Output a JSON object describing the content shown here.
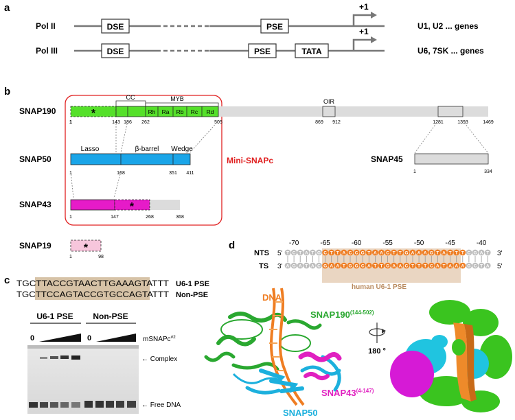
{
  "panel_a": {
    "label": "a",
    "row1": {
      "pol": "Pol II",
      "dse": "DSE",
      "pse": "PSE",
      "tss": "+1",
      "genes": "U1, U2 ... genes"
    },
    "row2": {
      "pol": "Pol III",
      "dse": "DSE",
      "pse": "PSE",
      "tata": "TATA",
      "tss": "+1",
      "genes": "U6, 7SK ... genes"
    }
  },
  "panel_b": {
    "label": "b",
    "snap190": {
      "name": "SNAP190",
      "cc": "CC",
      "myb": "MYB",
      "rh": "Rh",
      "ra": "Ra",
      "rb": "Rb",
      "rc": "Rc",
      "rd": "Rd",
      "oir": "OIR",
      "star": "*",
      "ticks": [
        "1",
        "143",
        "186",
        "262",
        "505",
        "869",
        "912",
        "1281",
        "1393",
        "1469"
      ]
    },
    "snap50": {
      "name": "SNAP50",
      "lasso": "Lasso",
      "barrel": "β-barrel",
      "wedge": "Wedge",
      "ticks": [
        "1",
        "168",
        "351",
        "411"
      ]
    },
    "snap45": {
      "name": "SNAP45",
      "ticks": [
        "1",
        "334"
      ]
    },
    "snap43": {
      "name": "SNAP43",
      "star": "*",
      "ticks": [
        "1",
        "147",
        "268",
        "368"
      ]
    },
    "snap19": {
      "name": "SNAP19",
      "star": "*",
      "ticks": [
        "1",
        "98"
      ]
    },
    "mini": "Mini-SNAPc",
    "colors": {
      "snap190": "#55e02a",
      "snap50": "#1aa5e8",
      "snap43": "#e61bc8",
      "snap19": "#f7c6dc",
      "grey": "#dcdcdc",
      "mini_border": "#e02020"
    }
  },
  "panel_c": {
    "label": "c",
    "seq1": {
      "pre": "TGC",
      "hl": "TTACCGTAACTTGAAAGT",
      "post": "ATTT",
      "name": "U6-1 PSE"
    },
    "seq2": {
      "pre": "TGC",
      "hl": "TTCCAGTACCGTGCCAGT",
      "post": "ATTT",
      "name": "Non-PSE"
    },
    "lane_group1": "U6-1 PSE",
    "lane_group2": "Non-PSE",
    "zero1": "0",
    "zero2": "0",
    "titrant": "mSNAPc",
    "titrant_sup": "#2",
    "complex": "← Complex",
    "free": "← Free DNA"
  },
  "panel_d": {
    "label": "d",
    "nts": "NTS",
    "ts": "TS",
    "five": "5'",
    "three": "3'",
    "positions": [
      "-70",
      "-65",
      "-60",
      "-55",
      "-50",
      "-45",
      "-40"
    ],
    "nts_seq": "TCTATGCTTACCGTAACTTGAAAGTATTTCGAT",
    "ts_seq": "AGATACGAATGGCATTGAACTTTCATAAAGCTA",
    "box_label": "human U6-1 PSE",
    "dna": "DNA",
    "snap190_label": "SNAP190",
    "snap190_sup": "(144-502)",
    "snap43_label": "SNAP43",
    "snap43_sup": "(4-147)",
    "snap50_label": "SNAP50",
    "rotation": "180 °",
    "colors": {
      "dna": "#ef7d22",
      "snap190": "#2aa830",
      "snap50": "#1cb0dd",
      "snap43": "#e020c0",
      "box": "#d9b48f"
    }
  }
}
